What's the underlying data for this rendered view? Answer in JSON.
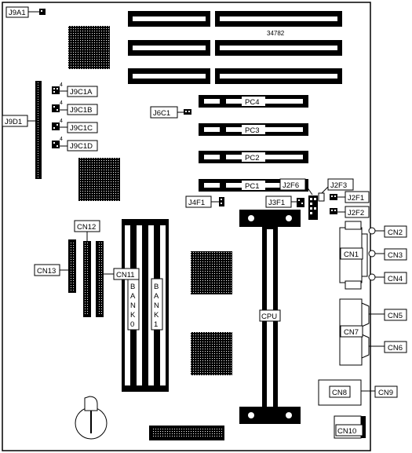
{
  "board_code": "34782",
  "slots": {
    "pc4": "PC4",
    "pc3": "PC3",
    "pc2": "PC2",
    "pc1": "PC1"
  },
  "labels": {
    "j9a1": "J9A1",
    "j9d1": "J9D1",
    "j9c1a": "J9C1A",
    "j9c1b": "J9C1B",
    "j9c1c": "J9C1C",
    "j9c1d": "J9C1D",
    "j6c1": "J6C1",
    "j2f6": "J2F6",
    "j2f3": "J2F3",
    "j2f1": "J2F1",
    "j2f2": "J2F2",
    "j4f1": "J4F1",
    "j3f1": "J3F1",
    "cn1": "CN1",
    "cn2": "CN2",
    "cn3": "CN3",
    "cn4": "CN4",
    "cn5": "CN5",
    "cn6": "CN6",
    "cn7": "CN7",
    "cn8": "CN8",
    "cn9": "CN9",
    "cn10": "CN10",
    "cn11": "CN11",
    "cn12": "CN12",
    "cn13": "CN13",
    "cpu": "CPU"
  },
  "pin_one_marks": {
    "j9c1a": "4",
    "j9c1b": "4",
    "j9c1c": "4",
    "j9c1d": "4"
  },
  "bank0_letters": [
    "B",
    "A",
    "N",
    "K",
    "0"
  ],
  "bank1_letters": [
    "B",
    "A",
    "N",
    "K",
    "1"
  ]
}
